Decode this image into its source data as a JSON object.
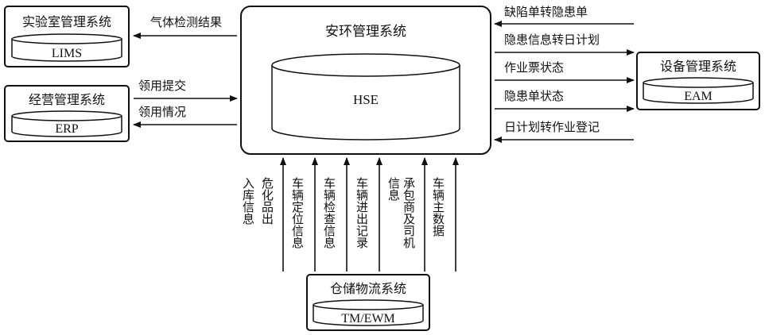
{
  "systems": {
    "lims": {
      "title": "实验室管理系统",
      "db": "LIMS"
    },
    "erp": {
      "title": "经营管理系统",
      "db": "ERP"
    },
    "hse": {
      "title": "安环管理系统",
      "db": "HSE"
    },
    "eam": {
      "title": "设备管理系统",
      "db": "EAM"
    },
    "tm": {
      "title": "仓储物流系统",
      "db": "TM/EWM"
    }
  },
  "flows": {
    "lims_out": "气体检测结果",
    "erp_in": "领用提交",
    "erp_out": "领用情况",
    "eam": [
      "缺陷单转隐患单",
      "隐患信息转日计划",
      "作业票状态",
      "隐患单状态",
      "日计划转作业登记"
    ],
    "tm": [
      [
        "入库信息",
        "危化品出"
      ],
      [
        "车辆定位信息"
      ],
      [
        "车辆检查信息"
      ],
      [
        "车辆进出记录"
      ],
      [
        "信息",
        "承包商及司机"
      ],
      [
        "车辆主数据"
      ]
    ]
  }
}
